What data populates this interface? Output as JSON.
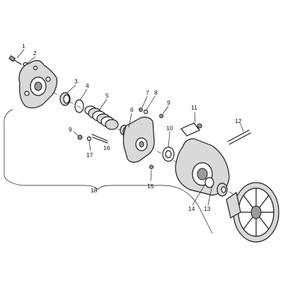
{
  "callouts": {
    "c1": "1",
    "c2": "2",
    "c3": "3",
    "c4": "4",
    "c5": "5",
    "c6": "6",
    "c7": "7",
    "c8": "8",
    "c9a": "9",
    "c9b": "9",
    "c10": "10",
    "c11": "11",
    "c12": "12",
    "c13": "13",
    "c14": "14",
    "c15": "15",
    "c16": "16",
    "c17": "17",
    "c18": "18"
  }
}
